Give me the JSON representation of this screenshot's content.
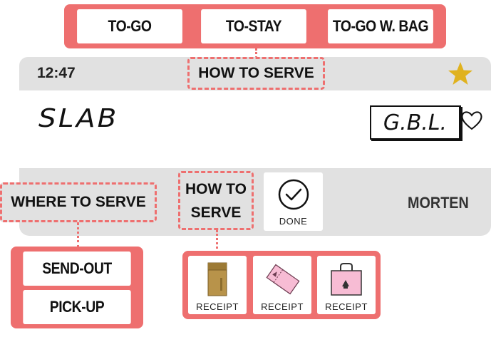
{
  "serve_mode_options": [
    "TO-GO",
    "TO-STAY",
    "TO-GO W. BAG"
  ],
  "header": {
    "time": "12:47",
    "title": "HOW TO SERVE",
    "favorite_color": "#e0b21e"
  },
  "order": {
    "item_name": "SLAB",
    "tag": "G.B.L."
  },
  "bottom_bar": {
    "where_to_serve": "WHERE TO SERVE",
    "how_to_serve_line1": "HOW TO",
    "how_to_serve_line2": "SERVE",
    "done_label": "DONE",
    "staff_name": "MORTEN"
  },
  "where_options": [
    "SEND-OUT",
    "PICK-UP"
  ],
  "receipts": [
    {
      "label": "RECEIPT",
      "icon": "to-go-cup-icon"
    },
    {
      "label": "RECEIPT",
      "icon": "ticket-icon"
    },
    {
      "label": "RECEIPT",
      "icon": "bag-icon"
    }
  ],
  "colors": {
    "accent": "#ee6f6f",
    "bar": "#e1e1e1",
    "star": "#e0b21e"
  }
}
